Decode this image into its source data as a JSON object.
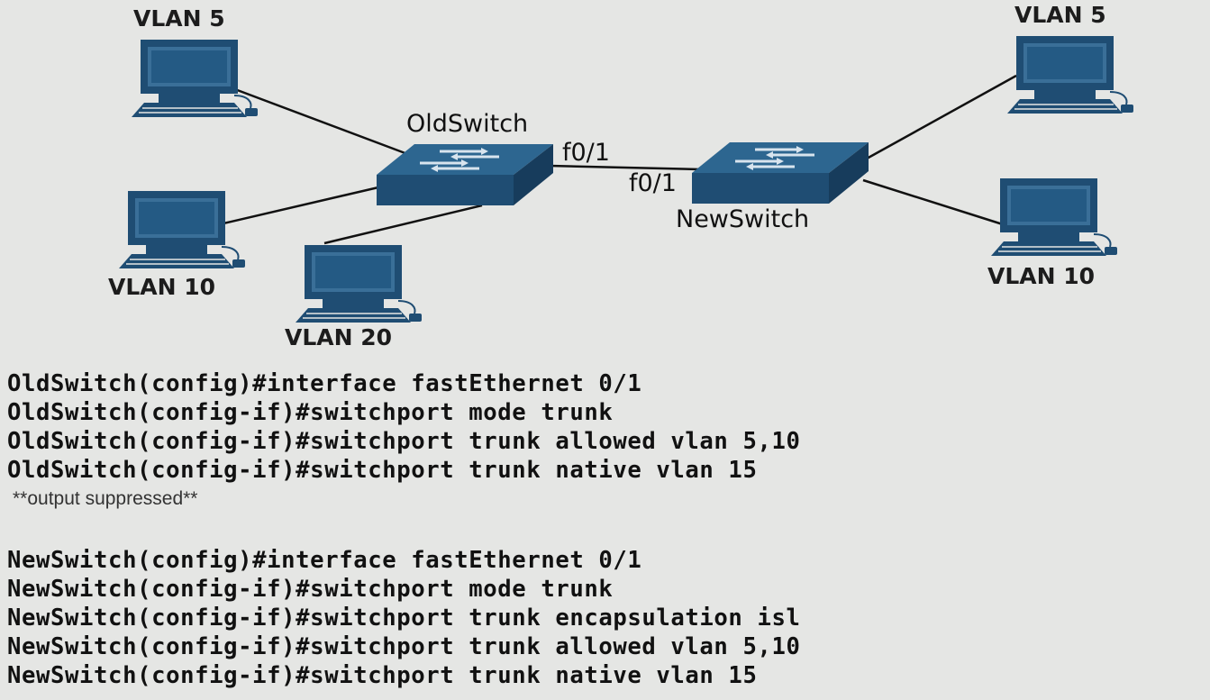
{
  "diagram": {
    "switches": {
      "old": {
        "name": "OldSwitch",
        "port": "f0/1"
      },
      "new": {
        "name": "NewSwitch",
        "port": "f0/1"
      }
    },
    "hosts": [
      {
        "id": "old-vlan5",
        "label": "VLAN 5"
      },
      {
        "id": "old-vlan10",
        "label": "VLAN 10"
      },
      {
        "id": "old-vlan20",
        "label": "VLAN 20"
      },
      {
        "id": "new-vlan5",
        "label": "VLAN 5"
      },
      {
        "id": "new-vlan10",
        "label": "VLAN 10"
      }
    ]
  },
  "config": {
    "old_lines": [
      "OldSwitch(config)#interface fastEthernet 0/1",
      "OldSwitch(config-if)#switchport mode trunk",
      "OldSwitch(config-if)#switchport trunk allowed vlan 5,10",
      "OldSwitch(config-if)#switchport trunk native vlan 15"
    ],
    "note": "**output suppressed**",
    "new_lines": [
      "NewSwitch(config)#interface fastEthernet 0/1",
      "NewSwitch(config-if)#switchport mode trunk",
      "NewSwitch(config-if)#switchport trunk encapsulation isl",
      "NewSwitch(config-if)#switchport trunk allowed vlan 5,10",
      "NewSwitch(config-if)#switchport trunk native vlan 15"
    ]
  },
  "colors": {
    "switch_face": "#1f4d73",
    "switch_top": "#2d6690",
    "monitor": "#1f4d73",
    "link": "#111111"
  }
}
